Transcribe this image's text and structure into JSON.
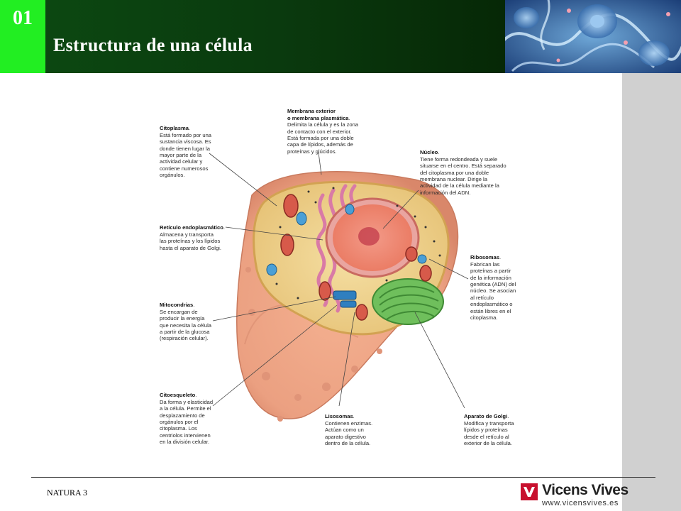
{
  "slide": {
    "number": "01",
    "title": "Estructura de una célula",
    "footer_left": "NATURA 3",
    "brand_name": "Vicens Vives",
    "brand_url": "www.vicensvives.es",
    "colors": {
      "header": "#0a3a0e",
      "number_box": "#22ee22",
      "sidebar": "#d0d0d0",
      "brand_red": "#c8102e"
    }
  },
  "labels": {
    "citoplasma": {
      "name": "Citoplasma",
      "text": "Está formado por una\nsustancia viscosa. Es\ndonde tienen lugar la\nmayor parte de la\nactividad celular y\ncontiene numerosos\norgánulos."
    },
    "membrana": {
      "name": "Membrana exterior\no membrana plasmática",
      "text": "Delimita la célula y es la zona\nde contacto con el exterior.\nEstá formada por una doble\ncapa de lípidos, además de\nproteínas y glúcidos."
    },
    "nucleo": {
      "name": "Núcleo",
      "text": "Tiene forma redondeada y suele\nsituarse en el centro. Está separado\ndel citoplasma por una doble\nmembrana nuclear. Dirige la\nactividad de la célula mediante la\ninformación del ADN."
    },
    "reticulo": {
      "name": "Retículo endoplasmático",
      "text": "Almacena y transporta\nlas proteínas y los lípidos\nhasta el aparato de Golgi."
    },
    "ribosomas": {
      "name": "Ribosomas",
      "text": "Fabrican las\nproteínas a partir\nde la información\ngenética (ADN) del\nnúcleo. Se asocian\nal retículo\nendoplasmático o\nestán libres en el\ncitoplasma."
    },
    "mitocondrias": {
      "name": "Mitocondrias",
      "text": "Se encargan de\nproducir la energía\nque necesita la célula\na partir de la glucosa\n(respiración celular)."
    },
    "citoesqueleto": {
      "name": "Citoesqueleto",
      "text": "Da forma y elasticidad\na la célula. Permite el\ndesplazamiento de\norgánulos por el\ncitoplasma. Los\ncentriolos intervienen\nen la división celular."
    },
    "lisosomas": {
      "name": "Lisosomas",
      "text": "Contienen enzimas.\nActúan como un\naparato digestivo\ndentro de la célula."
    },
    "golgi": {
      "name": "Aparato de Golgi",
      "text": "Modifica y transporta\nlípidos y proteínas\ndesde el retículo al\nexterior de la célula."
    }
  }
}
